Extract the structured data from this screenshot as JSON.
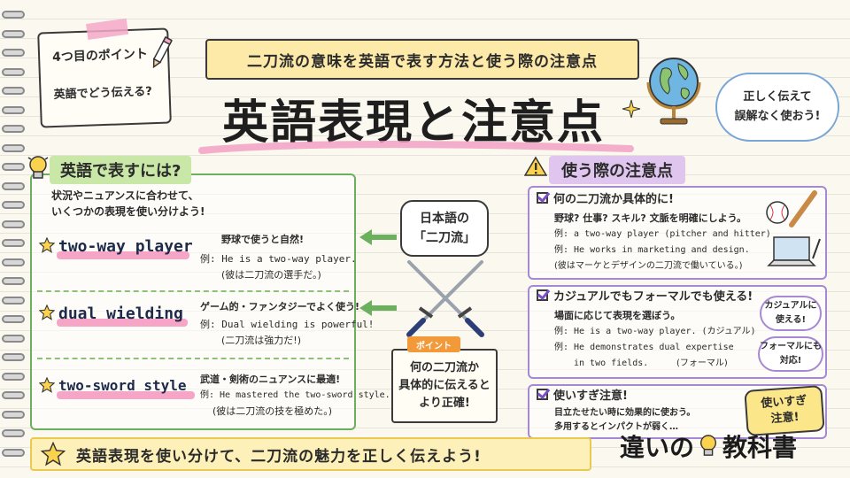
{
  "header": {
    "note_line1": "4つ目のポイント",
    "note_line2": "英語でどう伝える?",
    "subtitle": "二刀流の意味を英語で表す方法と使う際の注意点",
    "title": "英語表現と注意点",
    "bubble_line1": "正しく伝えて",
    "bubble_line2": "誤解なく使おう!"
  },
  "left": {
    "heading": "英語で表すには?",
    "intro_line1": "状況やニュアンスに合わせて、",
    "intro_line2": "いくつかの表現を使い分けよう!",
    "items": [
      {
        "term": "two-way player",
        "note": "野球で使うと自然!",
        "example": "例: He is a two-way player.",
        "translation": "(彼は二刀流の選手だ。)"
      },
      {
        "term": "dual wielding",
        "note": "ゲーム的・ファンタジーでよく使う!",
        "example": "例: Dual wielding is powerful!",
        "translation": "(二刀流は強力だ!)"
      },
      {
        "term": "two-sword style",
        "note": "武道・剣術のニュアンスに最適!",
        "example": "例: He mastered the two-sword style.",
        "translation": "(彼は二刀流の技を極めた。)"
      }
    ]
  },
  "center": {
    "label_line1": "日本語の",
    "label_line2": "「二刀流」",
    "point_tag": "ポイント",
    "point_line1": "何の二刀流か",
    "point_line2": "具体的に伝えると",
    "point_line3": "より正確!"
  },
  "right": {
    "heading": "使う際の注意点",
    "box1": {
      "title": "何の二刀流か具体的に!",
      "line1": "野球? 仕事? スキル? 文脈を明確にしよう。",
      "line2": "例: a two-way player (pitcher and hitter)",
      "line3": "例: He works in marketing and design.",
      "line4": "(彼はマーケとデザインの二刀流で働いている。)"
    },
    "box2": {
      "title": "カジュアルでもフォーマルでも使える!",
      "line1": "場面に応じて表現を選ぼう。",
      "line2": "例: He is a two-way player. (カジュアル)",
      "line3": "例: He demonstrates dual expertise",
      "line4": "in two fields.",
      "line4_tag": "(フォーマル)",
      "cloud1_line1": "カジュアルに",
      "cloud1_line2": "使える!",
      "cloud2_line1": "フォーマルにも",
      "cloud2_line2": "対応!"
    },
    "box3": {
      "title": "使いすぎ注意!",
      "line1": "目立たせたい時に効果的に使おう。",
      "line2": "多用するとインパクトが弱く…",
      "badge_line1": "使いすぎ",
      "badge_line2": "注意!"
    }
  },
  "footer": {
    "message": "英語表現を使い分けて、二刀流の魅力を正しく伝えよう!",
    "logo_left": "違いの",
    "logo_right": "教科書"
  },
  "colors": {
    "green": "#6bb05c",
    "purple": "#a788d2",
    "pink": "#f7a5c7",
    "yellow": "#fde9a8"
  }
}
